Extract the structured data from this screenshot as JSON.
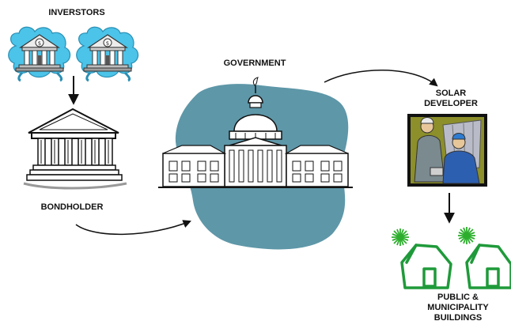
{
  "labels": {
    "investors": "INVERSTORS",
    "government": "GOVERNMENT",
    "bondholder": "BONDHOLDER",
    "solar_developer": [
      "SOLAR",
      "DEVELOPER"
    ],
    "public_buildings": [
      "PUBLIC &",
      "MUNICIPALITY",
      "BUILDINGS"
    ]
  },
  "icons": {
    "investor_bank": "bank-with-dollar-icon",
    "bondholder_bank": "bank-building-icon",
    "government_capitol": "capitol-building-icon",
    "solar_workers": "solar-installers-icon",
    "house": "house-icon",
    "sun_burst": "sun-burst-icon"
  },
  "colors": {
    "cloud_blue": "#4cc3e8",
    "blob_teal": "#5e97a8",
    "house_green": "#1f9a3a",
    "sun_green": "#2cae2c",
    "line_black": "#111111"
  }
}
